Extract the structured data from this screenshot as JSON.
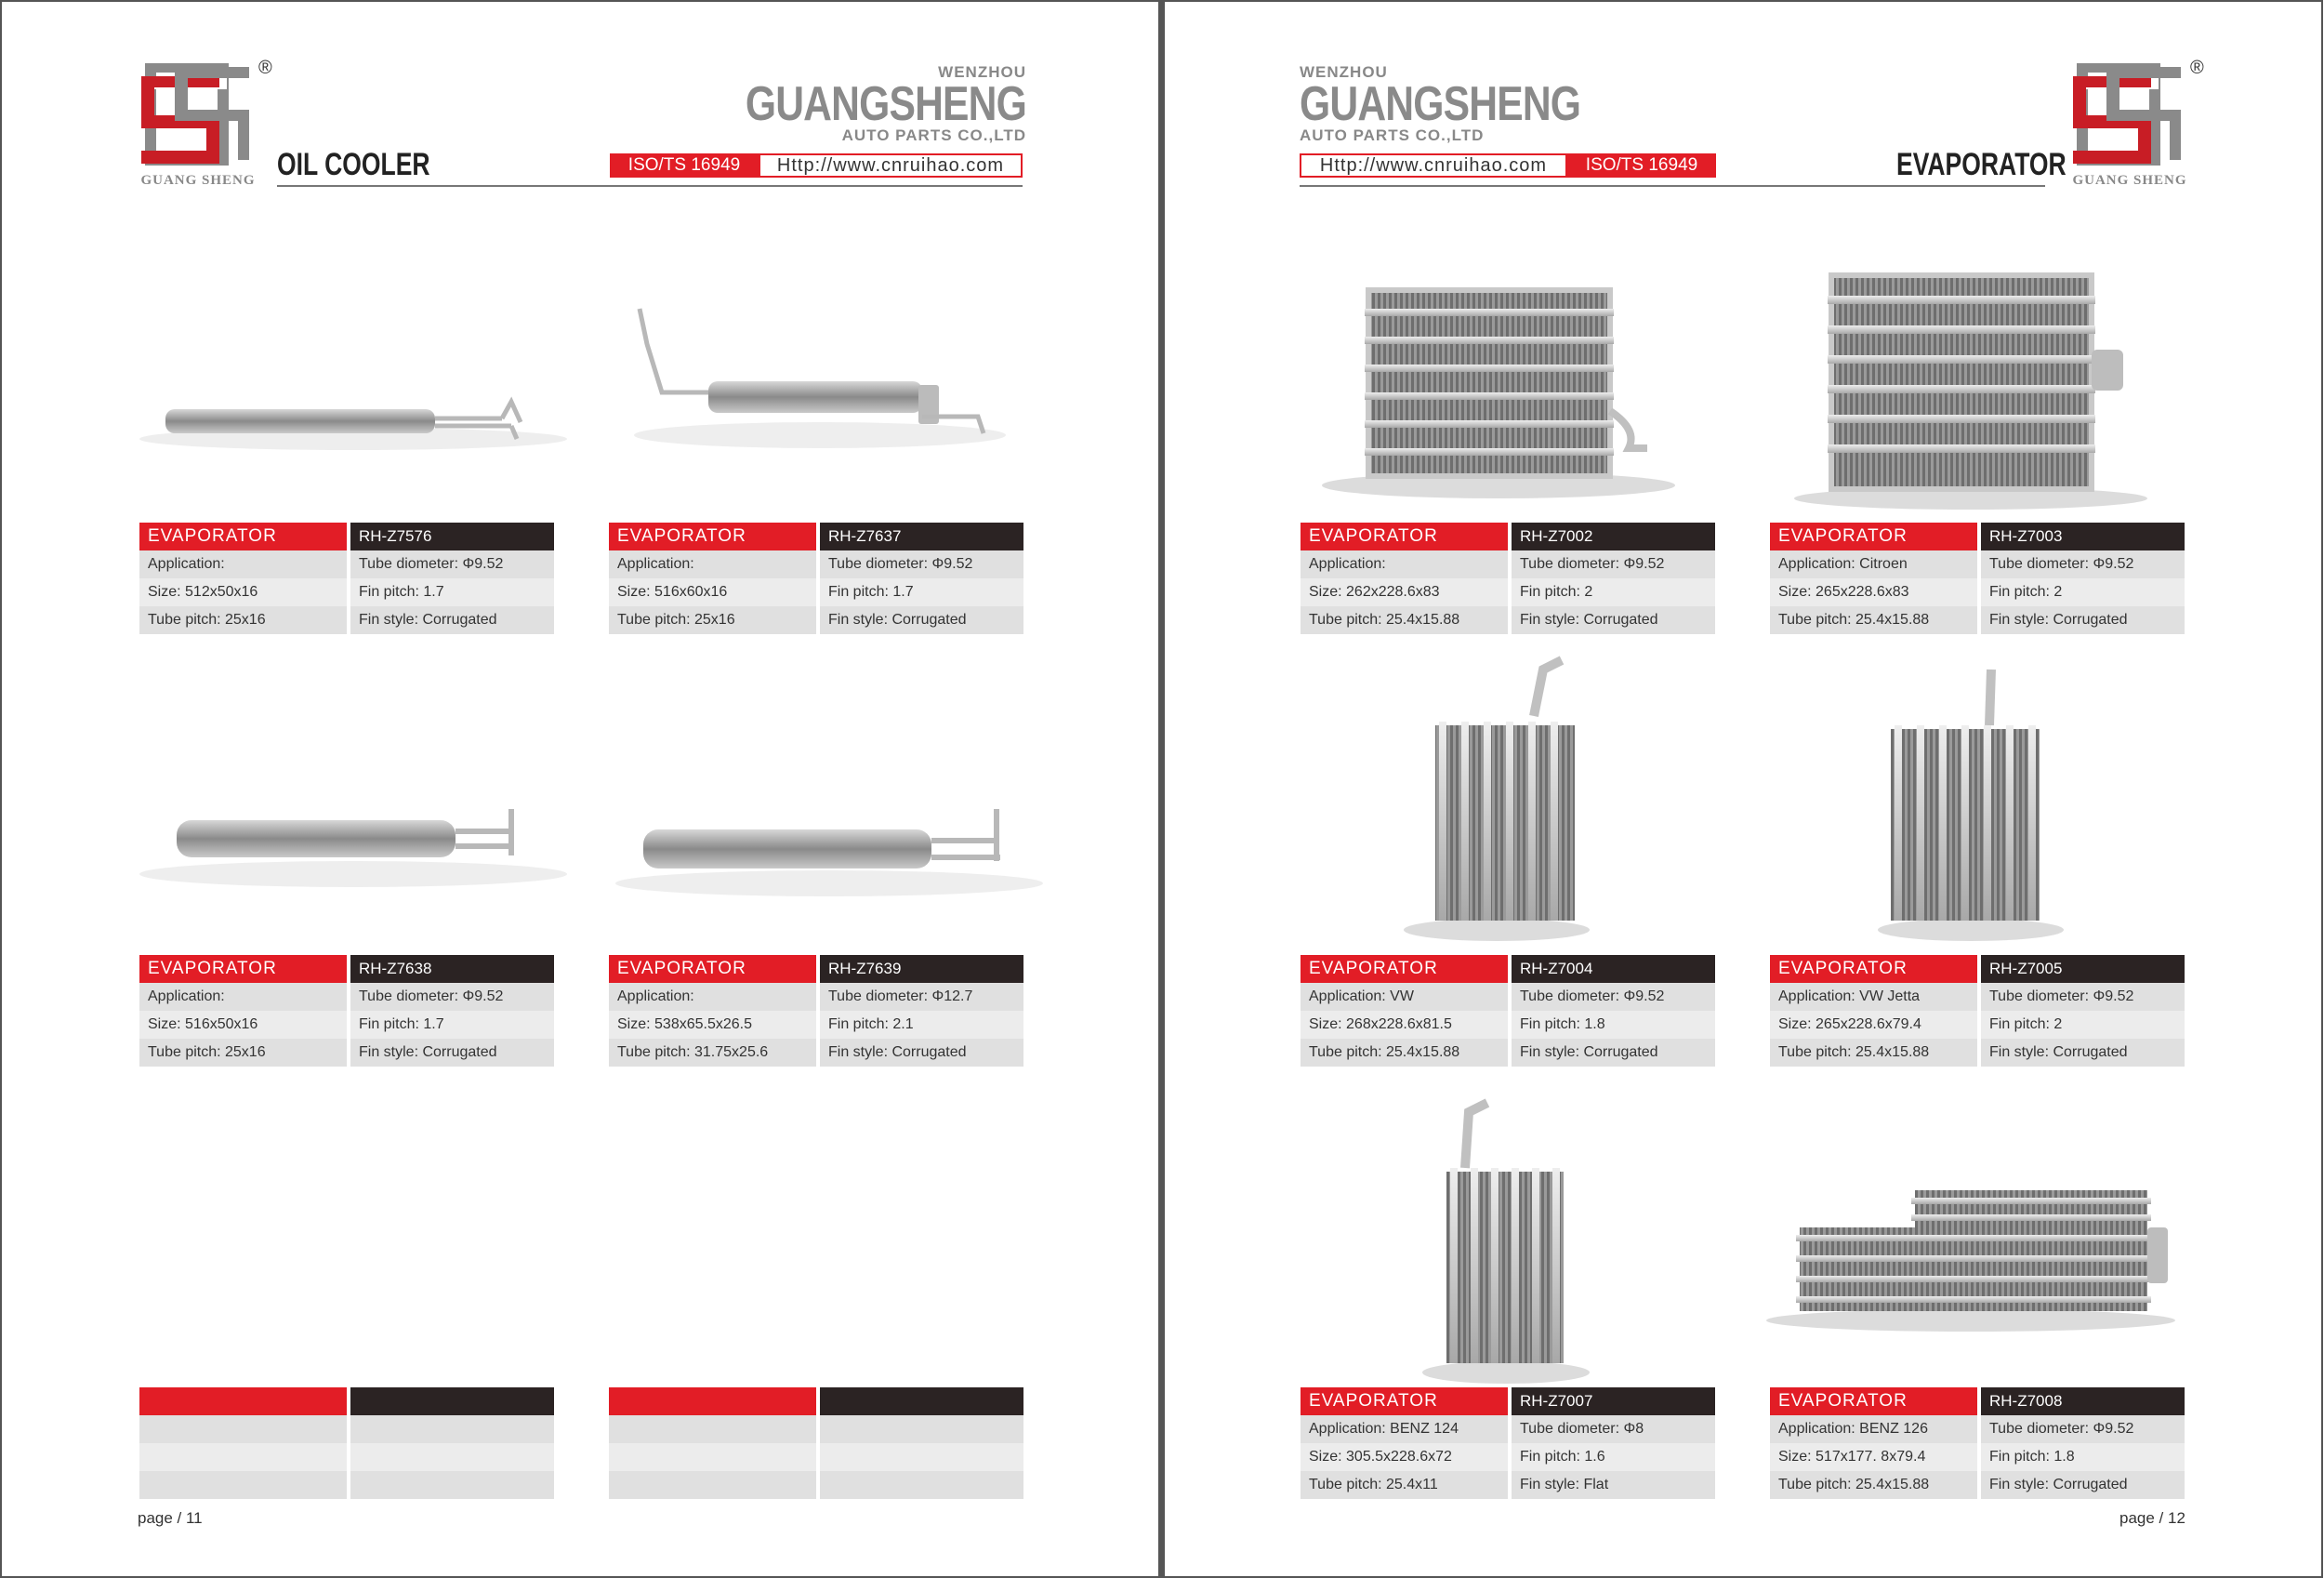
{
  "left": {
    "logo_text": "GUANG SHENG",
    "section_title": "OIL COOLER",
    "company": {
      "city": "WENZHOU",
      "name": "GUANGSHENG",
      "ltd": "AUTO PARTS CO.,LTD"
    },
    "iso": "ISO/TS 16949",
    "url": "Http://www.cnruihao.com",
    "page_number": "page / 11",
    "products": [
      {
        "category": "EVAPORATOR",
        "model": "RH-Z7576",
        "application": "Application:",
        "tube_diameter": "Tube diometer: Φ9.52",
        "size": "Size: 512x50x16",
        "fin_pitch": "Fin pitch: 1.7",
        "tube_pitch": "Tube pitch: 25x16",
        "fin_style": "Fin style: Corrugated"
      },
      {
        "category": "EVAPORATOR",
        "model": "RH-Z7637",
        "application": "Application:",
        "tube_diameter": "Tube diometer: Φ9.52",
        "size": "Size: 516x60x16",
        "fin_pitch": "Fin pitch: 1.7",
        "tube_pitch": "Tube pitch: 25x16",
        "fin_style": "Fin style: Corrugated"
      },
      {
        "category": "EVAPORATOR",
        "model": "RH-Z7638",
        "application": "Application:",
        "tube_diameter": "Tube diometer: Φ9.52",
        "size": "Size: 516x50x16",
        "fin_pitch": "Fin pitch: 1.7",
        "tube_pitch": "Tube pitch: 25x16",
        "fin_style": "Fin style: Corrugated"
      },
      {
        "category": "EVAPORATOR",
        "model": "RH-Z7639",
        "application": "Application:",
        "tube_diameter": "Tube diometer: Φ12.7",
        "size": "Size: 538x65.5x26.5",
        "fin_pitch": "Fin pitch: 2.1",
        "tube_pitch": "Tube pitch: 31.75x25.6",
        "fin_style": "Fin style: Corrugated"
      }
    ]
  },
  "right": {
    "logo_text": "GUANG SHENG",
    "section_title": "EVAPORATOR",
    "company": {
      "city": "WENZHOU",
      "name": "GUANGSHENG",
      "ltd": "AUTO PARTS CO.,LTD"
    },
    "iso": "ISO/TS 16949",
    "url": "Http://www.cnruihao.com",
    "page_number": "page / 12",
    "products": [
      {
        "category": "EVAPORATOR",
        "model": "RH-Z7002",
        "application": "Application:",
        "tube_diameter": "Tube diometer: Φ9.52",
        "size": "Size: 262x228.6x83",
        "fin_pitch": "Fin pitch: 2",
        "tube_pitch": "Tube pitch: 25.4x15.88",
        "fin_style": "Fin style: Corrugated"
      },
      {
        "category": "EVAPORATOR",
        "model": "RH-Z7003",
        "application": "Application: Citroen",
        "tube_diameter": "Tube diometer: Φ9.52",
        "size": "Size: 265x228.6x83",
        "fin_pitch": "Fin pitch: 2",
        "tube_pitch": "Tube pitch: 25.4x15.88",
        "fin_style": "Fin style: Corrugated"
      },
      {
        "category": "EVAPORATOR",
        "model": "RH-Z7004",
        "application": "Application: VW",
        "tube_diameter": "Tube diometer: Φ9.52",
        "size": "Size: 268x228.6x81.5",
        "fin_pitch": "Fin pitch: 1.8",
        "tube_pitch": "Tube pitch: 25.4x15.88",
        "fin_style": "Fin style: Corrugated"
      },
      {
        "category": "EVAPORATOR",
        "model": "RH-Z7005",
        "application": "Application: VW Jetta",
        "tube_diameter": "Tube diometer: Φ9.52",
        "size": "Size: 265x228.6x79.4",
        "fin_pitch": "Fin pitch: 2",
        "tube_pitch": "Tube pitch: 25.4x15.88",
        "fin_style": "Fin style: Corrugated"
      },
      {
        "category": "EVAPORATOR",
        "model": "RH-Z7007",
        "application": "Application: BENZ 124",
        "tube_diameter": "Tube diometer: Φ8",
        "size": "Size: 305.5x228.6x72",
        "fin_pitch": "Fin pitch: 1.6",
        "tube_pitch": "Tube pitch: 25.4x11",
        "fin_style": "Fin style: Flat"
      },
      {
        "category": "EVAPORATOR",
        "model": "RH-Z7008",
        "application": "Application: BENZ 126",
        "tube_diameter": "Tube diometer: Φ9.52",
        "size": "Size: 517x177. 8x79.4",
        "fin_pitch": "Fin pitch: 1.8",
        "tube_pitch": "Tube pitch: 25.4x15.88",
        "fin_style": "Fin style: Corrugated"
      }
    ]
  },
  "colors": {
    "accent_red": "#e21d26",
    "dark_header": "#2b2323",
    "row_gray": "#e0e0e0",
    "logo_gray": "#8a8a8a"
  },
  "icons": {
    "logo": "guangsheng-logo-icon",
    "registered": "registered-mark-icon"
  }
}
